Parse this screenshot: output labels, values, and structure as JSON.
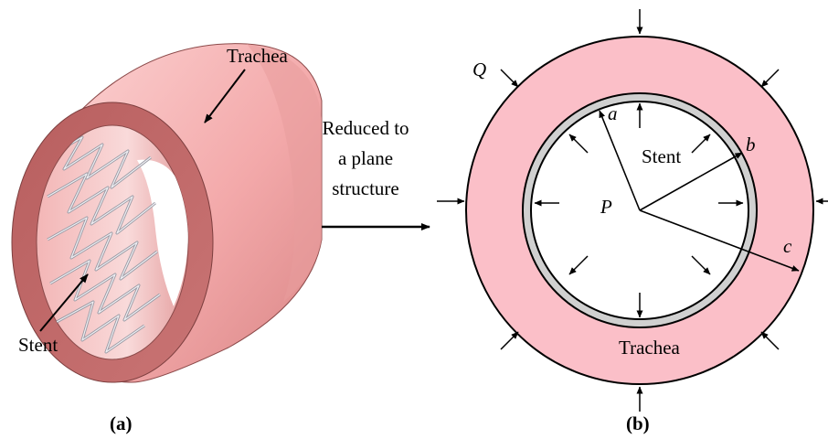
{
  "panel_a": {
    "caption": "(a)",
    "trachea_label": "Trachea",
    "stent_label": "Stent",
    "colors": {
      "trachea_outer": "#f7b8b8",
      "trachea_face": "#c96a6a",
      "lumen": "#f6c9c9",
      "stent_wire": "#b8b8c0"
    }
  },
  "transition": {
    "line1": "Reduced to",
    "line2": "a plane",
    "line3": "structure"
  },
  "panel_b": {
    "caption": "(b)",
    "external_load": "Q",
    "internal_pressure": "P",
    "inner_radius": "a",
    "stent_radius": "b",
    "outer_radius": "c",
    "stent_label": "Stent",
    "trachea_label": "Trachea",
    "colors": {
      "trachea": "#fbbfc8",
      "stent": "#d0d0d0",
      "lumen": "#ffffff"
    }
  }
}
